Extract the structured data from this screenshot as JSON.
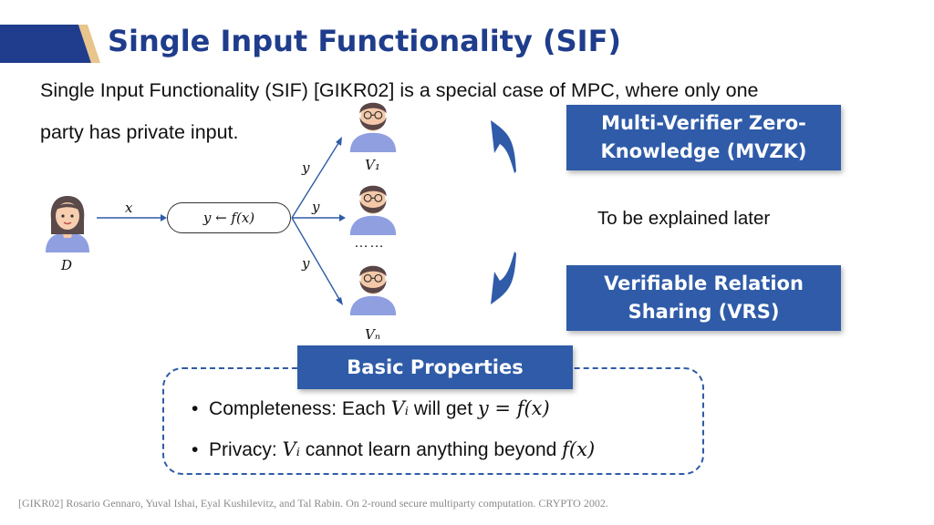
{
  "title": "Single Input Functionality (SIF)",
  "intro_line1": "Single Input Functionality (SIF) [GIKR02] is a special case of MPC, where only one",
  "intro_line2": "party has private input.",
  "diagram": {
    "dealer_label": "D",
    "input_label": "x",
    "function_label": "y ← f(x)",
    "output_labels": [
      "y",
      "y",
      "y"
    ],
    "verifier_top_label": "V₁",
    "verifier_bottom_label": "Vₙ",
    "ellipsis": "……"
  },
  "mvzk_box": "Multi-Verifier Zero-Knowledge (MVZK)",
  "explained_later": "To be explained later",
  "vrs_box": "Verifiable Relation Sharing (VRS)",
  "basic_properties": {
    "heading": "Basic Properties",
    "completeness": {
      "label": "Completeness: Each ",
      "var": "Vᵢ",
      "mid": " will get ",
      "expr": "y = f(x)"
    },
    "privacy": {
      "label": "Privacy: ",
      "var": "Vᵢ",
      "mid": " cannot learn anything beyond ",
      "expr": "f(x)"
    }
  },
  "footnote": "[GIKR02] Rosario Gennaro, Yuval Ishai, Eyal Kushilevitz, and Tal Rabin. On 2-round secure multiparty computation. CRYPTO 2002.",
  "colors": {
    "accent": "#2f5ba8",
    "title": "#1f3d8c",
    "banner_gold": "#e8c58c"
  },
  "icons": [
    "female-person-icon",
    "bearded-man-icon",
    "curved-arrow-icon"
  ]
}
